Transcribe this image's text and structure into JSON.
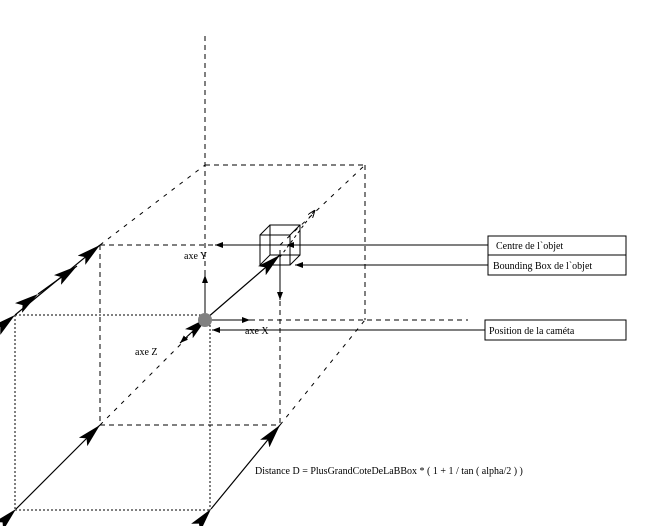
{
  "diagram": {
    "labels": {
      "axis_y": "axe Y",
      "axis_x": "axe X",
      "axis_z": "axe Z",
      "formula": "Distance D = PlusGrandCoteDeLaBBox * ( 1 + 1 / tan ( alpha/2 ) )"
    },
    "callouts": [
      {
        "id": "object-center",
        "text": "Centre de l`objet"
      },
      {
        "id": "bounding-box",
        "text": "Bounding Box de l`objet"
      },
      {
        "id": "camera-position",
        "text": "Position de la caméta"
      }
    ],
    "colors": {
      "stroke": "#000000",
      "camera": "#808080",
      "background": "#ffffff"
    }
  }
}
